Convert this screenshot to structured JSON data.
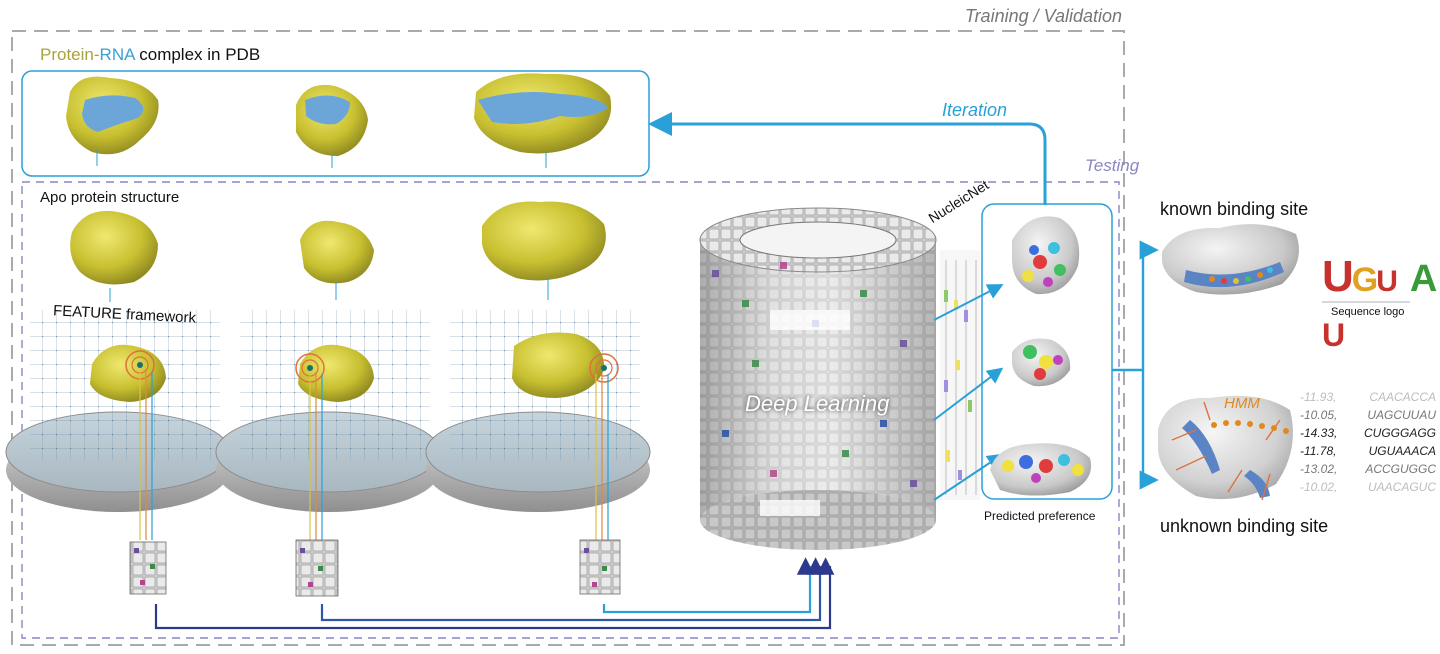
{
  "header": {
    "title_protein": "Protein",
    "title_dash": "-",
    "title_rna": "RNA",
    "title_rest": " complex in PDB",
    "training_label": "Training / Validation",
    "testing_label": "Testing",
    "iteration_label": "Iteration"
  },
  "pipeline": {
    "apo_label": "Apo protein structure",
    "feature_label": "FEATURE framework",
    "network_name": "NucleicNet",
    "deep_label": "Deep Learning",
    "predicted_label": "Predicted preference"
  },
  "results": {
    "known_label": "known binding site",
    "unknown_label": "unknown binding site",
    "logo_caption": "Sequence logo",
    "hmm_label": "HMM",
    "logo_letters": [
      "U",
      "G",
      "U",
      "A",
      "U"
    ],
    "sequences": [
      {
        "score": "-11.93,",
        "seq": "CAACACCA",
        "level": "faint"
      },
      {
        "score": "-10.05,",
        "seq": "UAGCUUAU",
        "level": "mid"
      },
      {
        "score": "-14.33,",
        "seq": "CUGGGAGG",
        "level": "dark"
      },
      {
        "score": "-11.78,",
        "seq": "UGUAAACA",
        "level": "dark"
      },
      {
        "score": "-13.02,",
        "seq": "ACCGUGGC",
        "level": "mid"
      },
      {
        "score": "-10.02,",
        "seq": "UAACAGUC",
        "level": "faint"
      }
    ]
  },
  "colors": {
    "protein": "#c9c13a",
    "rna": "#5b9bd5",
    "arrow": "#2aa0d8",
    "outer_dash": "#aaaaaa",
    "inner_dash": "#8a86c4",
    "hmm": "#e08a1e"
  }
}
